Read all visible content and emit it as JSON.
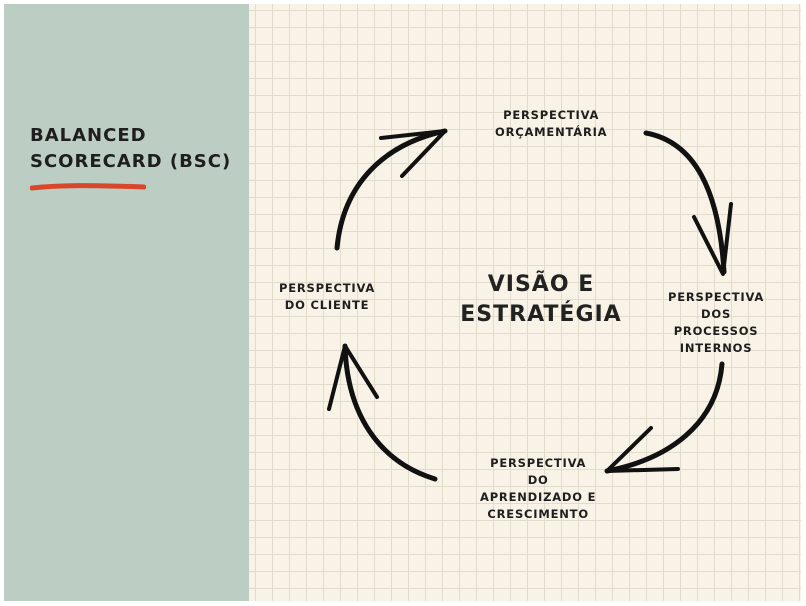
{
  "sidebar": {
    "title_lines": [
      "Balanced",
      "Scorecard (BSC)"
    ],
    "accent_color": "#d9472b",
    "background_color": "#bccdc3"
  },
  "diagram": {
    "center_lines": [
      "Visão e",
      "Estratégia"
    ],
    "nodes": [
      {
        "id": "orcamentaria",
        "lines": [
          "Perspectiva",
          "orçamentária"
        ]
      },
      {
        "id": "processos",
        "lines": [
          "Perspectiva",
          "dos",
          "processos",
          "internos"
        ]
      },
      {
        "id": "aprendizado",
        "lines": [
          "Perspectiva",
          "do",
          "aprendizado e",
          "crescimento"
        ]
      },
      {
        "id": "cliente",
        "lines": [
          "Perspectiva",
          "do cliente"
        ]
      }
    ],
    "arrow_icon": "curved-arrow-icon"
  }
}
